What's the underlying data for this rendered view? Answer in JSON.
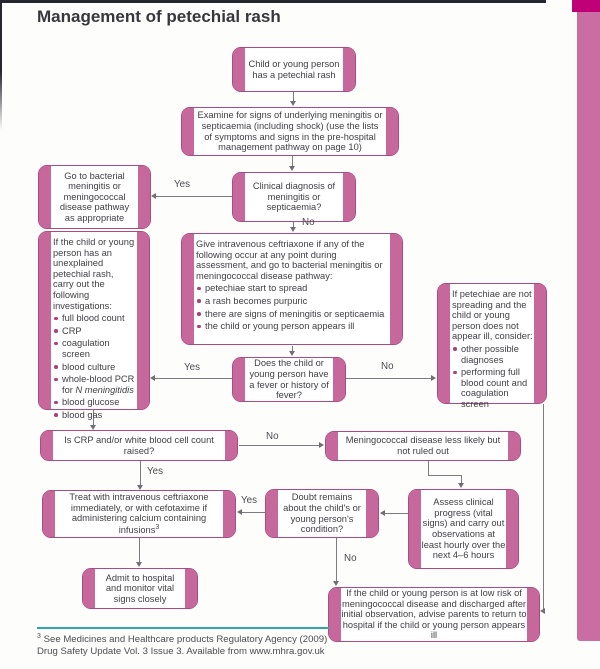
{
  "page": {
    "title": "Management of petechial rash",
    "footnote": {
      "sup": "3",
      "line1": "See Medicines and Healthcare products Regulatory Agency (2009)",
      "line2": "Drug Safety Update Vol. 3 Issue 3. Available from www.mhra.gov.uk"
    },
    "colors": {
      "box_border": "#ab4b80",
      "box_cap_pink": "#c7689c",
      "sidebar_pink": "#ca6da2",
      "sidebar_dark_magenta": "#bf0076",
      "teal_rule": "#2fa7a2",
      "bullet": "#ae3f79",
      "text": "#3f3f45"
    }
  },
  "labels": {
    "yes": "Yes",
    "no": "No"
  },
  "boxes": {
    "start": {
      "text": "Child or young person has a petechial rash"
    },
    "examine": {
      "text": "Examine for signs of underlying meningitis or septicaemia (including shock) (use the lists of symptoms and signs in the pre-hospital management pathway on page 10)"
    },
    "clinical_diagnosis": {
      "text": "Clinical diagnosis of meningitis or septicaemia?"
    },
    "goto_pathway": {
      "text": "Go to bacterial meningitis or meningococcal disease pathway as appropriate"
    },
    "investigations": {
      "intro": "If the child or young person has an unexplained petechial rash, carry out the following investigations:",
      "bullets": [
        "full blood count",
        "CRP",
        "coagulation screen",
        "blood culture"
      ],
      "pcr": {
        "prefix": "whole-blood PCR for",
        "italic": "N meningitidis"
      },
      "bullets2": [
        "blood glucose",
        "blood gas"
      ]
    },
    "give_ceftriaxone": {
      "intro": "Give intravenous ceftriaxone if any of the following occur at any point during assessment, and go to bacterial meningitis or meningococcal disease pathway:",
      "bullets": [
        "petechiae start to spread",
        "a rash becomes purpuric",
        "there are signs of meningitis or septicaemia",
        "the child or young person appears ill"
      ]
    },
    "fever": {
      "text": "Does the child or young person have a fever or history of fever?"
    },
    "petechiae_consider": {
      "intro": "If petechiae are not spreading and the child or young person does not appear ill, consider:",
      "bullets": [
        "other possible diagnoses",
        "performing full blood count and coagulation screen"
      ]
    },
    "crp_raised": {
      "text": "Is CRP and/or white blood cell count raised?"
    },
    "less_likely": {
      "text": "Meningococcal disease less likely but not ruled out"
    },
    "assess": {
      "text": "Assess clinical progress (vital signs) and carry out observations at least hourly over the next 4–6 hours"
    },
    "doubt": {
      "text": "Doubt remains about the child's or young person's condition?"
    },
    "treat": {
      "text": "Treat with intravenous ceftriaxone immediately, or with cefotaxime if administering calcium containing infusions",
      "sup": "3"
    },
    "admit": {
      "text": "Admit to hospital and monitor vital signs closely"
    },
    "low_risk": {
      "text": "If the child or young person is at low risk of meningococcal disease and discharged after initial observation, advise parents to return to hospital if the child or young person appears ill"
    }
  }
}
